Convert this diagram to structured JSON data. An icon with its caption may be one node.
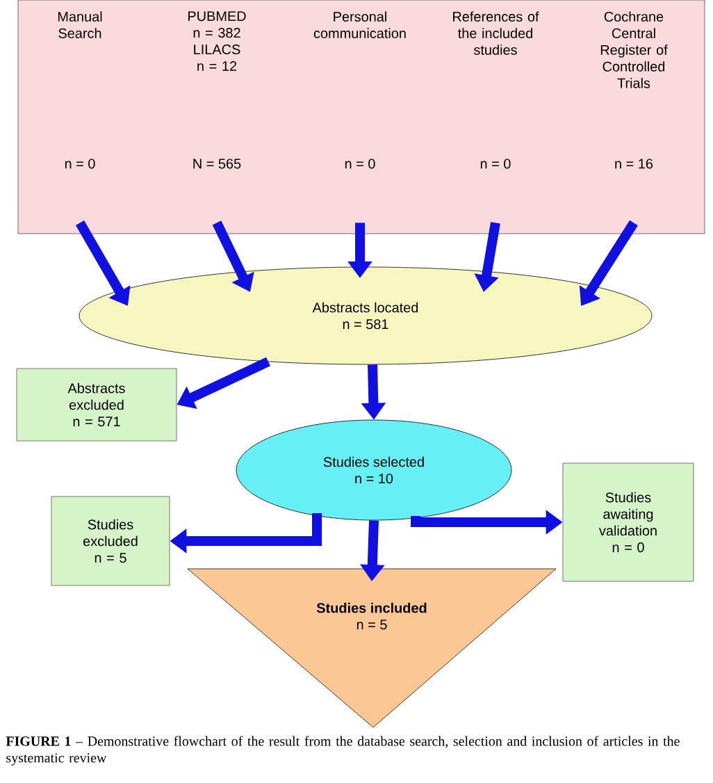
{
  "diagram": {
    "caption": "**FIGURE 1** – Demonstrative flowchart of the result from the database search, selection and inclusion of articles in the systematic review",
    "nodes": [
      {
        "text": [],
        "shape": "box"
      },
      {
        "text": [
          "Manual Search",
          "n = 0"
        ],
        "in": 0
      },
      {
        "text": [
          "PUBMED n = 382 LILACS n = 12",
          "N = 565"
        ],
        "in": 0
      },
      {
        "text": [
          "Personal communication",
          "n = 0"
        ],
        "in": 0
      },
      {
        "text": [
          "References of the included studies",
          "n = 0"
        ],
        "in": 0
      },
      {
        "text": [
          "Cochrane Central Register of Controlled Trials",
          "n = 16"
        ],
        "in": 0
      },
      {
        "text": [
          "Abstracts located",
          "n = 581"
        ]
      },
      {
        "text": [
          "Abstracts excluded",
          "n = 571"
        ]
      },
      {
        "text": [
          "Studies selected",
          "n = 10"
        ]
      },
      {
        "text": [
          "Studies excluded",
          "n = 5"
        ]
      },
      {
        "text": [
          "Studies awaiting validation",
          "n = 0"
        ]
      },
      {
        "text": [
          "Studies included",
          "n = 5"
        ]
      }
    ],
    "edges": [
      {
        "from": 1,
        "to": 6,
        "arrow": "to"
      },
      {
        "from": 2,
        "to": 6,
        "arrow": "to"
      },
      {
        "from": 3,
        "to": 6,
        "arrow": "to"
      },
      {
        "from": 4,
        "to": 6,
        "arrow": "to"
      },
      {
        "from": 5,
        "to": 6,
        "arrow": "to"
      },
      {
        "from": 6,
        "to": 7,
        "arrow": "to"
      },
      {
        "from": 6,
        "to": 8,
        "arrow": "to"
      },
      {
        "from": 8,
        "to": 9,
        "arrow": "to"
      },
      {
        "from": 8,
        "to": 10,
        "arrow": "to"
      },
      {
        "from": 8,
        "to": 11,
        "arrow": "to"
      }
    ]
  }
}
